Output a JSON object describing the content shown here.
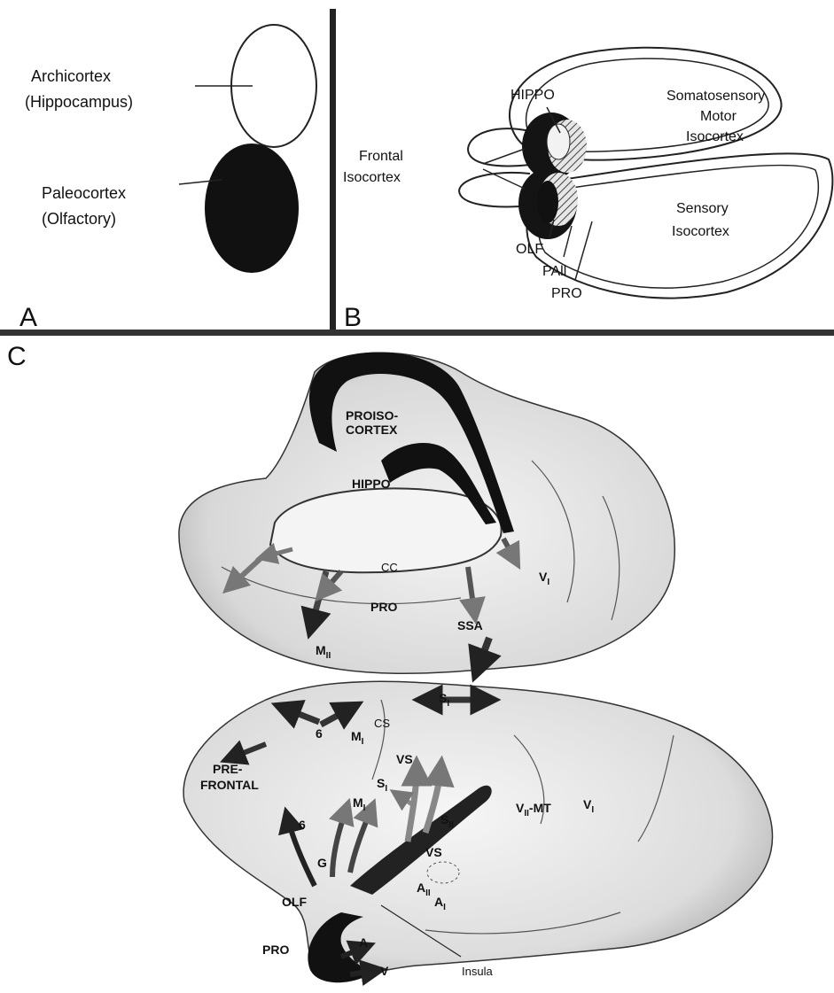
{
  "panels": {
    "a": "A",
    "b": "B",
    "c": "C"
  },
  "panel_a": {
    "archicortex": [
      "Archicortex",
      "(Hippocampus)"
    ],
    "paleocortex": [
      "Paleocortex",
      "(Olfactory)"
    ]
  },
  "panel_b": {
    "hippo": "HIPPO",
    "somatosensory": [
      "Somatosensory",
      "Motor",
      "Isocortex"
    ],
    "frontal": [
      "Frontal",
      "Isocortex"
    ],
    "sensory": [
      "Sensory",
      "Isocortex"
    ],
    "olf": "OLF",
    "pall": "PAll",
    "pro": "PRO"
  },
  "panel_c": {
    "proisocortex": [
      "PROISO-",
      "CORTEX"
    ],
    "hippo": "HIPPO",
    "cc": "CC",
    "v1": "V",
    "v1_sub": "I",
    "pro_medial": "PRO",
    "ssa": "SSA",
    "m2": "M",
    "m2_sub": "II",
    "s1_top": "S",
    "s1_top_sub": "I",
    "six_top": "6",
    "m1_top": "M",
    "m1_top_sub": "I",
    "cs": "CS",
    "prefrontal": [
      "PRE-",
      "FRONTAL"
    ],
    "vs_top": "VS",
    "s1_mid": "S",
    "s1_mid_sub": "I",
    "m1_mid": "M",
    "m1_mid_sub": "I",
    "six_mid": "6",
    "s2": "S",
    "s2_sub": "II",
    "v2mt": "V",
    "v2mt_sub": "II",
    "v2mt_rest": "-MT",
    "v1_lat": "V",
    "v1_lat_sub": "I",
    "g": "G",
    "vs_low": "VS",
    "a2": "A",
    "a2_sub": "II",
    "a1": "A",
    "a1_sub": "I",
    "olf": "OLF",
    "pro_lat": "PRO",
    "a": "A",
    "v": "V",
    "insula": "Insula"
  }
}
